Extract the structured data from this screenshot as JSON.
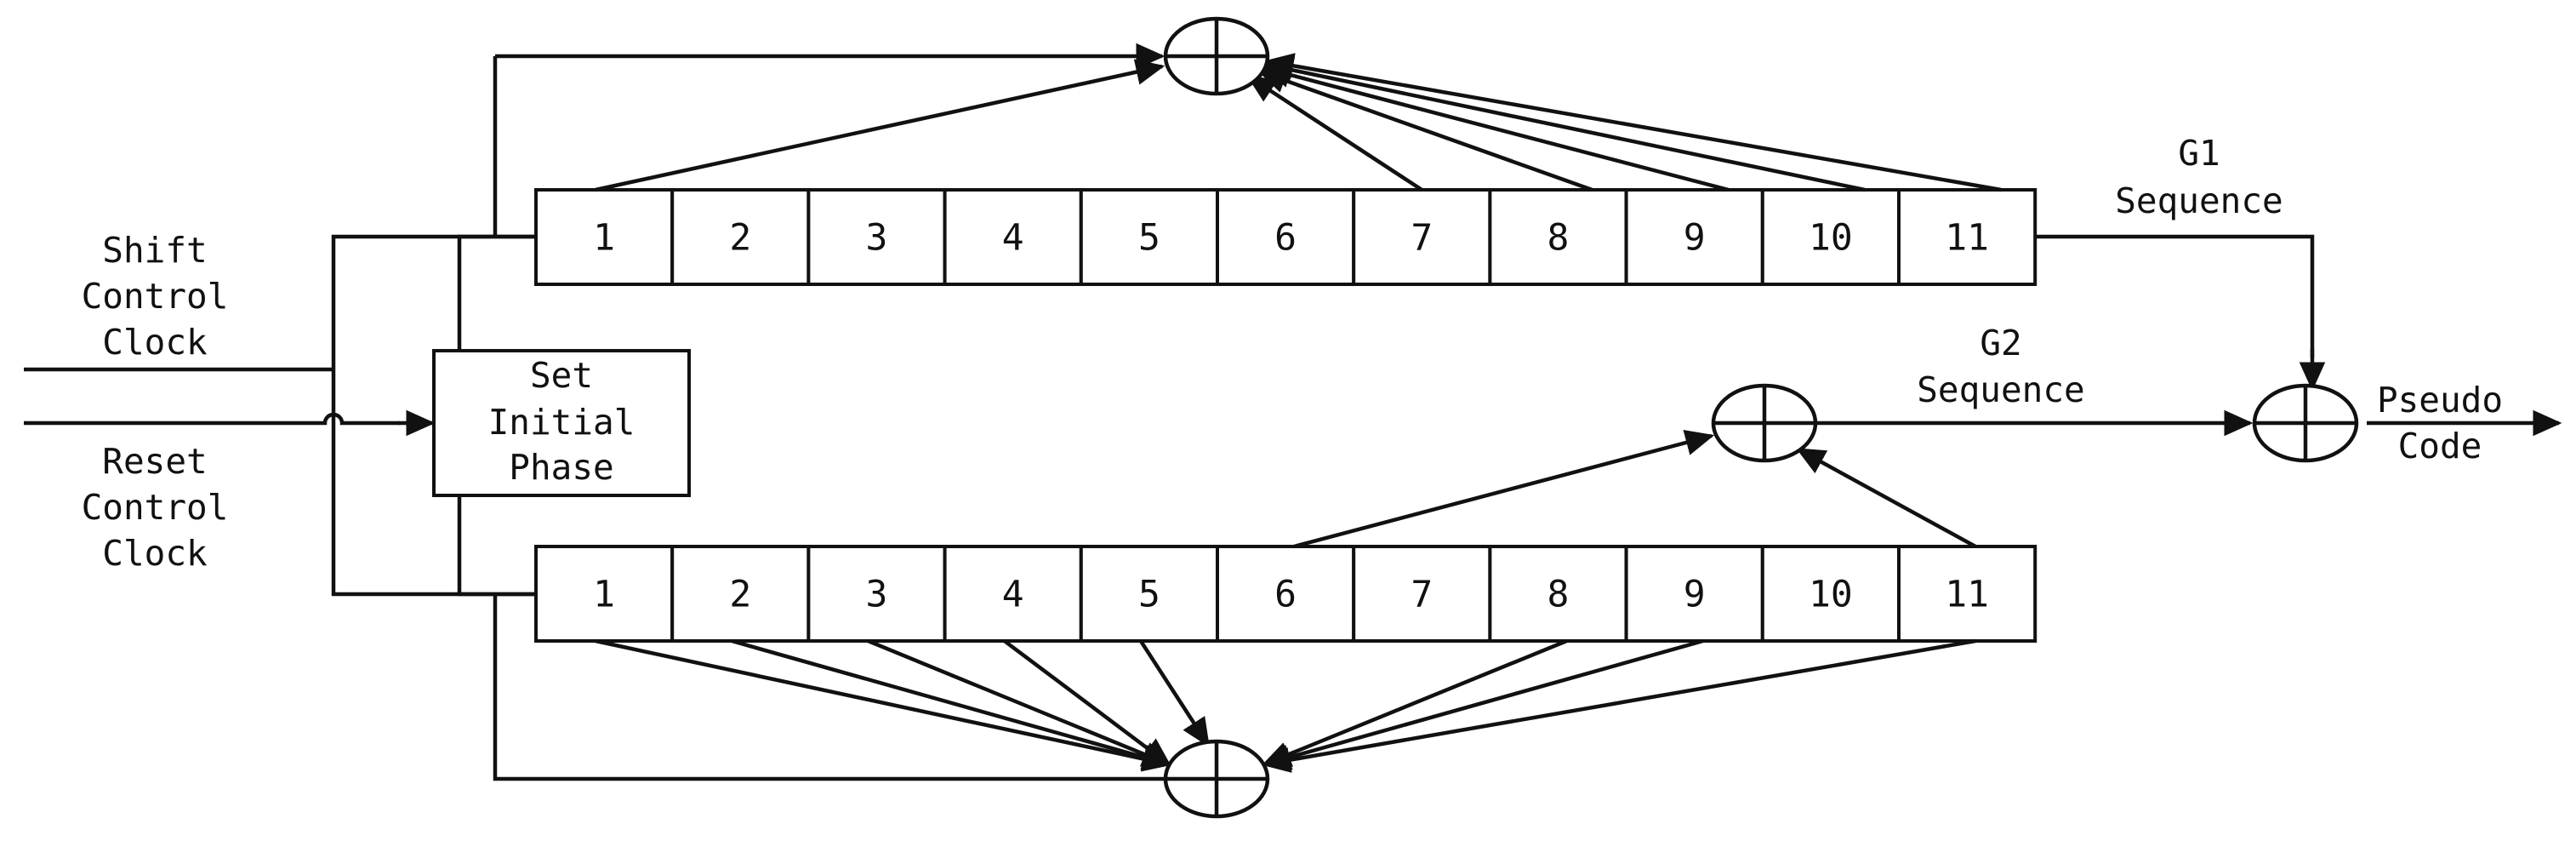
{
  "labels": {
    "shift_clock": [
      "Shift",
      "Control",
      "Clock"
    ],
    "reset_clock": [
      "Reset",
      "Control",
      "Clock"
    ],
    "set_phase": [
      "Set",
      "Initial",
      "Phase"
    ],
    "g1_sequence": [
      "G1",
      "Sequence"
    ],
    "g2_sequence": [
      "G2",
      "Sequence"
    ],
    "pseudo_code": [
      "Pseudo",
      "Code"
    ]
  },
  "g1_register": {
    "cells": [
      "1",
      "2",
      "3",
      "4",
      "5",
      "6",
      "7",
      "8",
      "9",
      "10",
      "11"
    ],
    "feedback_taps": [
      "7",
      "8",
      "9",
      "10",
      "11"
    ]
  },
  "g2_register": {
    "cells": [
      "1",
      "2",
      "3",
      "4",
      "5",
      "6",
      "7",
      "8",
      "9",
      "10",
      "11"
    ],
    "feedback_taps": [
      "1",
      "2",
      "3",
      "4",
      "5",
      "8",
      "9",
      "11"
    ],
    "output_taps": [
      "6",
      "11"
    ]
  },
  "colors": {
    "ink": "#111111",
    "background": "#ffffff"
  }
}
